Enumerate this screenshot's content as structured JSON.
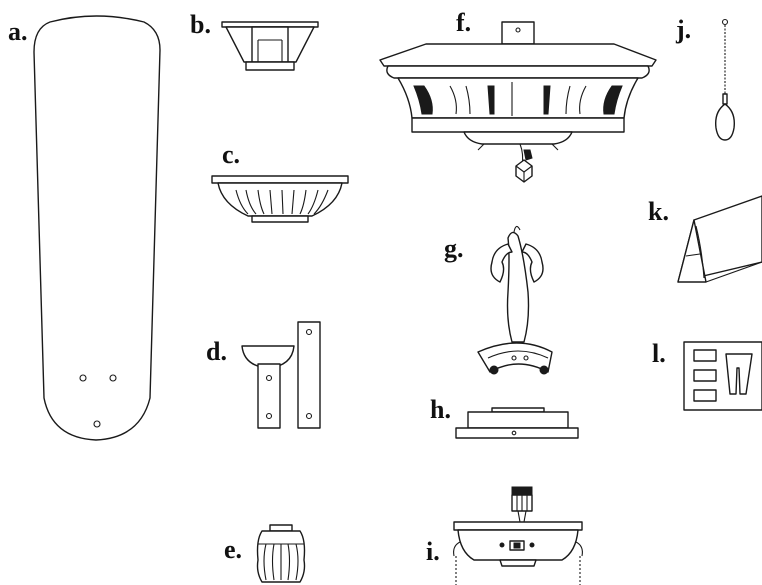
{
  "parts": {
    "a": {
      "label": "a.",
      "icon": "fan-blade-icon"
    },
    "b": {
      "label": "b.",
      "icon": "ceiling-canopy-icon"
    },
    "c": {
      "label": "c.",
      "icon": "canopy-cover-icon"
    },
    "d": {
      "label": "d.",
      "icon": "blade-bracket-icon"
    },
    "e": {
      "label": "e.",
      "icon": "coupling-cover-icon"
    },
    "f": {
      "label": "f.",
      "icon": "motor-housing-icon"
    },
    "g": {
      "label": "g.",
      "icon": "decorative-blade-arm-icon"
    },
    "h": {
      "label": "h.",
      "icon": "mounting-plate-icon"
    },
    "i": {
      "label": "i.",
      "icon": "switch-housing-icon"
    },
    "j": {
      "label": "j.",
      "icon": "pull-chain-icon"
    },
    "k": {
      "label": "k.",
      "icon": "balancing-kit-bag-icon"
    },
    "l": {
      "label": "l.",
      "icon": "hardware-card-icon"
    }
  }
}
